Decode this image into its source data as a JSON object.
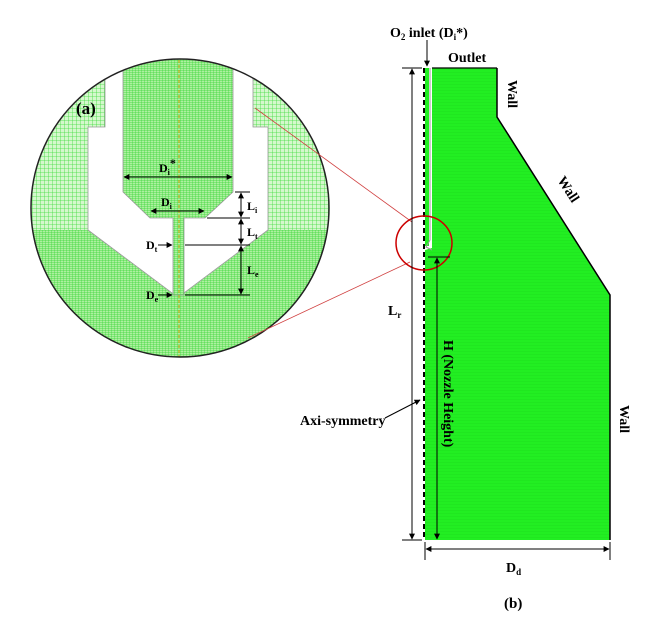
{
  "panel_a": {
    "label": "(a)",
    "dims": {
      "di_star": {
        "main": "D",
        "sub": "i",
        "sup": "*"
      },
      "di": {
        "main": "D",
        "sub": "i"
      },
      "dt": {
        "main": "D",
        "sub": "t"
      },
      "de": {
        "main": "D",
        "sub": "e"
      },
      "li": {
        "main": "L",
        "sub": "i"
      },
      "lt": {
        "main": "L",
        "sub": "t"
      },
      "le": {
        "main": "L",
        "sub": "e"
      }
    }
  },
  "panel_b": {
    "label": "(b)",
    "inlet": {
      "pre": "O",
      "sub": "2",
      "post": " inlet (D",
      "sub2": "i",
      "post2": "*)"
    },
    "outlet": "Outlet",
    "wall_top": "Wall",
    "wall_slope": "Wall",
    "wall_right": "Wall",
    "axis": "Axi-symmetry",
    "lr": {
      "main": "L",
      "sub": "r"
    },
    "height": "H (Nozzle Height)",
    "dd": {
      "main": "D",
      "sub": "d"
    }
  },
  "colors": {
    "mesh": "#22e022",
    "mesh_bg": "#c9f7c0",
    "domain": "#22ee22",
    "zoom": "#cc0000"
  }
}
